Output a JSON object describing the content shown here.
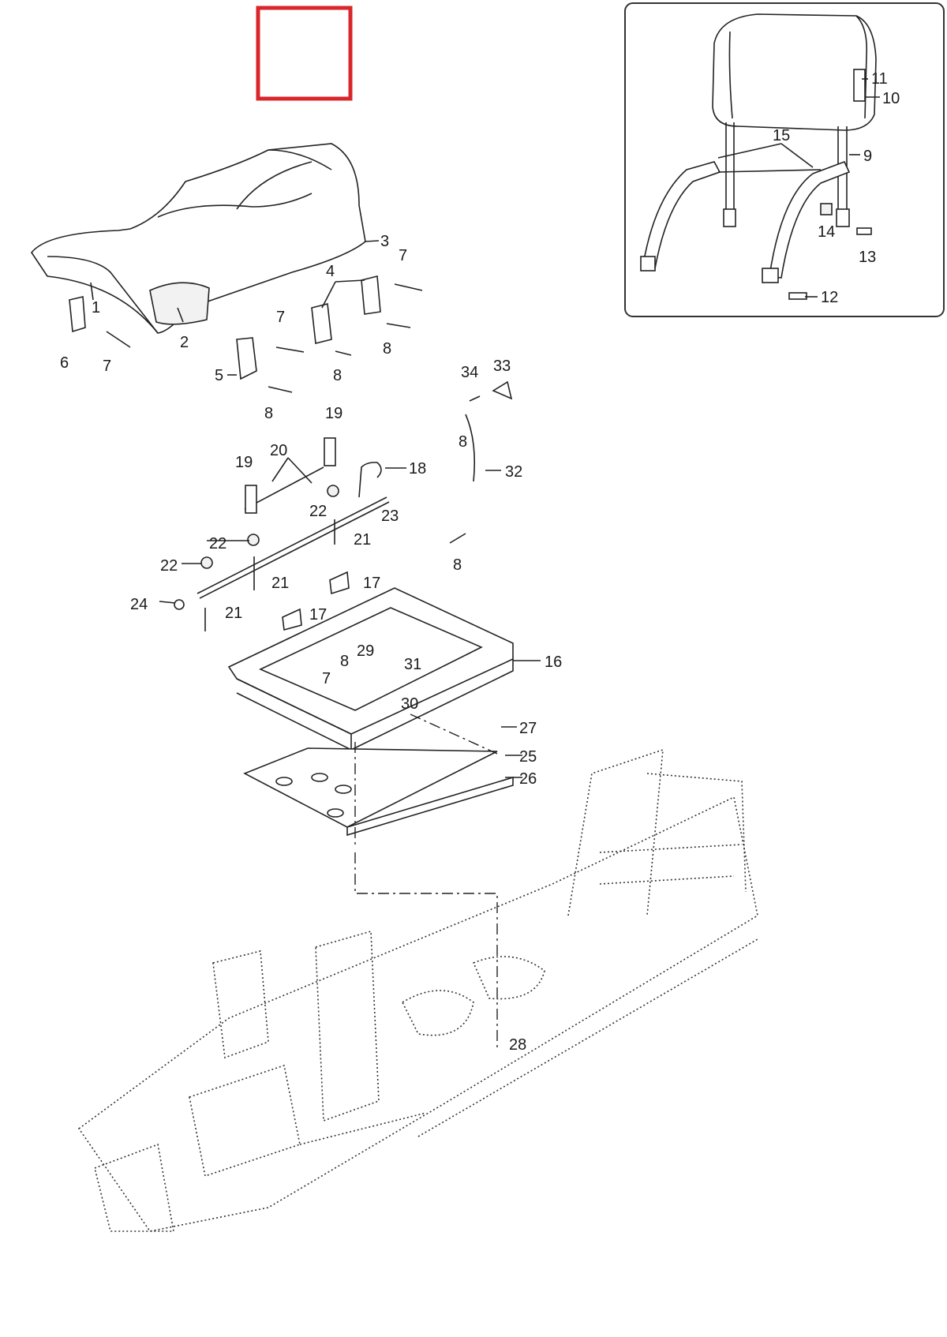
{
  "highlight_box": {
    "color": "#d9262b"
  },
  "inset": {
    "border_color": "#333333"
  },
  "callouts": [
    {
      "id": "c1",
      "text": "1"
    },
    {
      "id": "c2",
      "text": "2"
    },
    {
      "id": "c3",
      "text": "3"
    },
    {
      "id": "c4",
      "text": "4"
    },
    {
      "id": "c5",
      "text": "5"
    },
    {
      "id": "c6",
      "text": "6"
    },
    {
      "id": "c7a",
      "text": "7"
    },
    {
      "id": "c7b",
      "text": "7"
    },
    {
      "id": "c7c",
      "text": "7"
    },
    {
      "id": "c7d",
      "text": "7"
    },
    {
      "id": "c8a",
      "text": "8"
    },
    {
      "id": "c8b",
      "text": "8"
    },
    {
      "id": "c8c",
      "text": "8"
    },
    {
      "id": "c8d",
      "text": "8"
    },
    {
      "id": "c8e",
      "text": "8"
    },
    {
      "id": "c8f",
      "text": "8"
    },
    {
      "id": "c9",
      "text": "9"
    },
    {
      "id": "c10",
      "text": "10"
    },
    {
      "id": "c11",
      "text": "11"
    },
    {
      "id": "c12",
      "text": "12"
    },
    {
      "id": "c13",
      "text": "13"
    },
    {
      "id": "c14",
      "text": "14"
    },
    {
      "id": "c15",
      "text": "15"
    },
    {
      "id": "c16",
      "text": "16"
    },
    {
      "id": "c17a",
      "text": "17"
    },
    {
      "id": "c17b",
      "text": "17"
    },
    {
      "id": "c18",
      "text": "18"
    },
    {
      "id": "c19a",
      "text": "19"
    },
    {
      "id": "c19b",
      "text": "19"
    },
    {
      "id": "c20",
      "text": "20"
    },
    {
      "id": "c21a",
      "text": "21"
    },
    {
      "id": "c21b",
      "text": "21"
    },
    {
      "id": "c21c",
      "text": "21"
    },
    {
      "id": "c22a",
      "text": "22"
    },
    {
      "id": "c22b",
      "text": "22"
    },
    {
      "id": "c22c",
      "text": "22"
    },
    {
      "id": "c23",
      "text": "23"
    },
    {
      "id": "c24",
      "text": "24"
    },
    {
      "id": "c25",
      "text": "25"
    },
    {
      "id": "c26",
      "text": "26"
    },
    {
      "id": "c27",
      "text": "27"
    },
    {
      "id": "c28",
      "text": "28"
    },
    {
      "id": "c29",
      "text": "29"
    },
    {
      "id": "c30",
      "text": "30"
    },
    {
      "id": "c31",
      "text": "31"
    },
    {
      "id": "c32",
      "text": "32"
    },
    {
      "id": "c33",
      "text": "33"
    },
    {
      "id": "c34",
      "text": "34"
    }
  ]
}
